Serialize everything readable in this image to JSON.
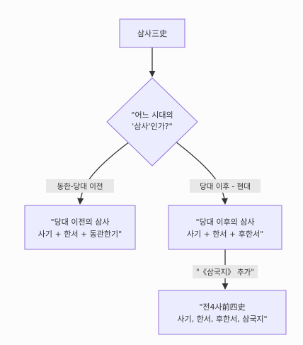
{
  "nodes": {
    "root": {
      "label": "삼사三史"
    },
    "decision": {
      "line1": "\"어느 시대의",
      "line2": "'삼사'인가?\""
    },
    "early": {
      "line1": "\"당대 이전의 삼사",
      "line2": "사기 + 한서 + 동관한기\""
    },
    "late": {
      "line1": "\"당대 이후의 삼사",
      "line2": "사기 + 한서 + 후한서\""
    },
    "four": {
      "line1": "\"전4사前四史",
      "line2": "사기, 한서, 후한서, 삼국지\""
    }
  },
  "edges": {
    "early_label": "동한-당대 이전",
    "late_label": "당대 이후 - 현대",
    "add_label": "\"《삼국지》 추가\""
  },
  "colors": {
    "node_fill": "#ececff",
    "node_stroke": "#9370db",
    "edge": "#333333",
    "label_bg": "#e8e8e8"
  }
}
